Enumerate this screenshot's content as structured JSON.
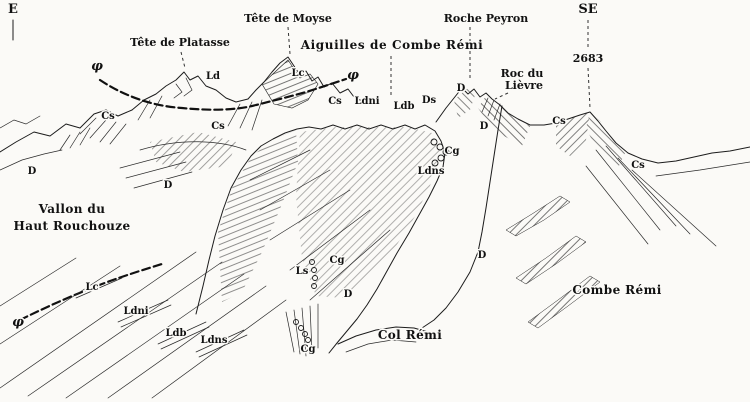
{
  "figure": {
    "kind": "hand-drawn geological panorama sketch",
    "orientation_left": "E",
    "orientation_right": "SE",
    "spot_height": "2683"
  },
  "peaks": {
    "platasse": "Tête de Platasse",
    "moyse": "Tête de Moyse",
    "aiguilles": "Aiguilles de Combe Rémi",
    "peyron": "Roche Peyron",
    "lievre_line1": "Roc du",
    "lievre_line2": "Lièvre"
  },
  "places": {
    "vallon_line1": "Vallon du",
    "vallon_line2": "Haut Rouchouze",
    "col_remi": "Col Rémi",
    "combe_remi": "Combe Rémi"
  },
  "units": [
    {
      "text": "φ"
    },
    {
      "text": "Ld"
    },
    {
      "text": "Lc"
    },
    {
      "text": "φ"
    },
    {
      "text": "Cs"
    },
    {
      "text": "Cs"
    },
    {
      "text": "Cs"
    },
    {
      "text": "Ldni"
    },
    {
      "text": "Ldb"
    },
    {
      "text": "Ds"
    },
    {
      "text": "D"
    },
    {
      "text": "D"
    },
    {
      "text": "Cs"
    },
    {
      "text": "Cs"
    },
    {
      "text": "Cg"
    },
    {
      "text": "Ldns"
    },
    {
      "text": "D"
    },
    {
      "text": "D"
    },
    {
      "text": "Lc"
    },
    {
      "text": "Ldni"
    },
    {
      "text": "Ldb"
    },
    {
      "text": "Ldns"
    },
    {
      "text": "Ls"
    },
    {
      "text": "Cg"
    },
    {
      "text": "D"
    },
    {
      "text": "Cg"
    },
    {
      "text": "φ"
    },
    {
      "text": "D"
    }
  ]
}
